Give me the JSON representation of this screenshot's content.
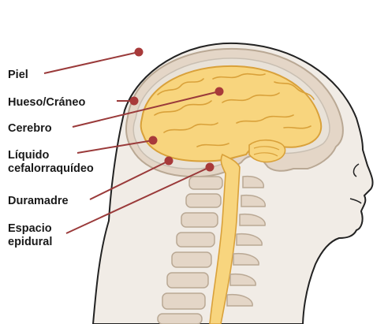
{
  "colors": {
    "skin": "#f1ece6",
    "outline": "#222222",
    "bone": "#e4d6c7",
    "bone_edge": "#b9a894",
    "csf": "#e9e2d8",
    "brain": "#f8d57e",
    "brain_edge": "#d9a13a",
    "leader": "#9a3a3a",
    "dot": "#a83a3a",
    "label": "#1a1a1a"
  },
  "labels": [
    {
      "id": "piel",
      "lines": [
        "Piel"
      ]
    },
    {
      "id": "hueso",
      "lines": [
        "Hueso/Cráneo"
      ]
    },
    {
      "id": "cerebro",
      "lines": [
        "Cerebro"
      ]
    },
    {
      "id": "liquido",
      "lines": [
        "Líquido",
        "cefalorraquídeo"
      ]
    },
    {
      "id": "duramadre",
      "lines": [
        "Duramadre"
      ]
    },
    {
      "id": "espacio",
      "lines": [
        "Espacio",
        "epidural"
      ]
    }
  ]
}
